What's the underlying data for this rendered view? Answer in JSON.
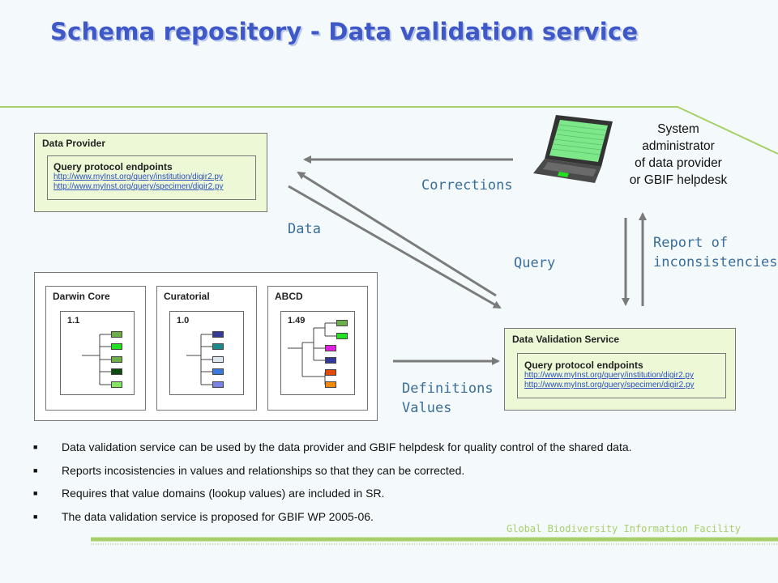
{
  "title": "Schema repository - Data validation service",
  "data_provider": {
    "label": "Data Provider",
    "endpoints_title": "Query protocol endpoints",
    "links": [
      "http://www.myInst.org/query/institution/digir2.py",
      "http://www.myInst.org/query/specimen/digir2.py"
    ]
  },
  "validation_service": {
    "label": "Data Validation Service",
    "endpoints_title": "Query protocol endpoints",
    "links": [
      "http://www.myInst.org/query/institution/digir2.py",
      "http://www.myInst.org/query/specimen/digir2.py"
    ]
  },
  "schemas": [
    {
      "name": "Darwin Core",
      "version": "1.1",
      "colors": [
        "#6cae4c",
        "#22e022",
        "#6cae4c",
        "#0c4a12",
        "#88e266"
      ]
    },
    {
      "name": "Curatorial",
      "version": "1.0",
      "colors": [
        "#333a99",
        "#1a8a8a",
        "#dce8ee",
        "#3a7ae0",
        "#7a82e6"
      ]
    },
    {
      "name": "ABCD",
      "version": "1.49",
      "colors": [
        "#6cae4c",
        "#22e022",
        "#e022e0",
        "#333a99",
        "#e04a10",
        "#f08a10"
      ]
    }
  ],
  "sysadmin": {
    "lines": [
      "System",
      "administrator",
      "of data provider",
      "or GBIF helpdesk"
    ]
  },
  "flow_labels": {
    "corrections": "Corrections",
    "data": "Data",
    "query": "Query",
    "report_line1": "Report of",
    "report_line2": "inconsistencies",
    "definitions": "Definitions",
    "values": "Values"
  },
  "bullets": [
    "Data validation service can be used by the data provider and GBIF helpdesk for quality control of the shared data.",
    "Reports incosistencies in values and relationships so that they can be corrected.",
    "Requires that value domains (lookup values) are included in SR.",
    "The data validation service is proposed for GBIF WP 2005-06."
  ],
  "footer": "Global Biodiversity Information Facility",
  "colors": {
    "title": "#3f58c8",
    "accent_line": "#a7d06a",
    "arrow": "#7b7b7b",
    "flow_text": "#3a6e9a",
    "panel_fill": "#ecf8d6"
  }
}
